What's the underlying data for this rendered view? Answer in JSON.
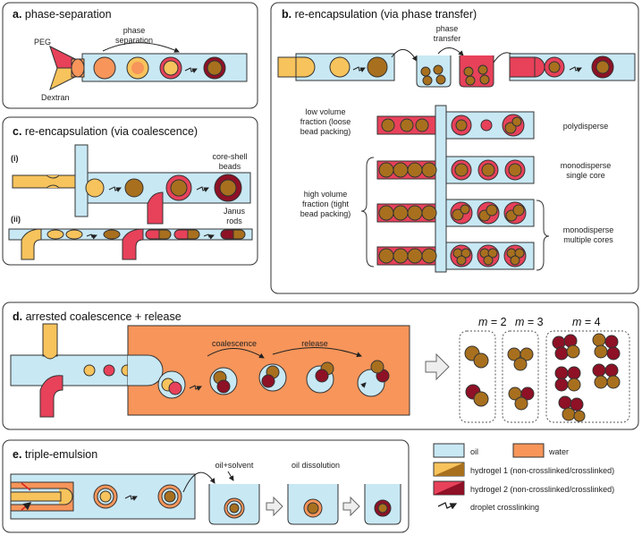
{
  "colors": {
    "oil": "#c8e8f4",
    "water": "#f7955a",
    "hydrogel1_light": "#f7c35c",
    "hydrogel1_dark": "#a8701e",
    "hydrogel2_light": "#e8415a",
    "hydrogel2_dark": "#8e1126",
    "outline": "#333333"
  },
  "panel_a": {
    "letter": "a.",
    "title": "phase-separation",
    "peg": "PEG",
    "dextran": "Dextran",
    "phase": "phase",
    "separation": "separation"
  },
  "panel_b": {
    "letter": "b.",
    "title": "re-encapsulation (via phase transfer)",
    "phase": "phase",
    "transfer": "transfer",
    "low_1": "low volume",
    "low_2": "fraction (loose",
    "low_3": "bead packing)",
    "high_1": "high volume",
    "high_2": "fraction (tight",
    "high_3": "bead packing)",
    "polydisperse": "polydisperse",
    "mono_single_1": "monodisperse",
    "mono_single_2": "single core",
    "mono_multi_1": "monodisperse",
    "mono_multi_2": "multiple cores"
  },
  "panel_c": {
    "letter": "c.",
    "title": "re-encapsulation (via coalescence)",
    "i": "(i)",
    "ii": "(ii)",
    "core_1": "core-shell",
    "core_2": "beads",
    "janus_1": "Janus",
    "janus_2": "rods"
  },
  "panel_d": {
    "letter": "d.",
    "title": "arrested coalescence + release",
    "coalescence": "coalescence",
    "release": "release",
    "m_symbol": "m",
    "m2": "= 2",
    "m3": "= 3",
    "m4": "= 4"
  },
  "panel_e": {
    "letter": "e.",
    "title": "triple-emulsion",
    "oil_solvent": "oil+solvent",
    "oil_dissolution": "oil dissolution"
  },
  "legend": {
    "oil": "oil",
    "water": "water",
    "hydrogel1": "hydrogel 1 (non-crosslinked/crosslinked)",
    "hydrogel2": "hydrogel 2 (non-crosslinked/crosslinked)",
    "crosslinking": "droplet crosslinking"
  }
}
